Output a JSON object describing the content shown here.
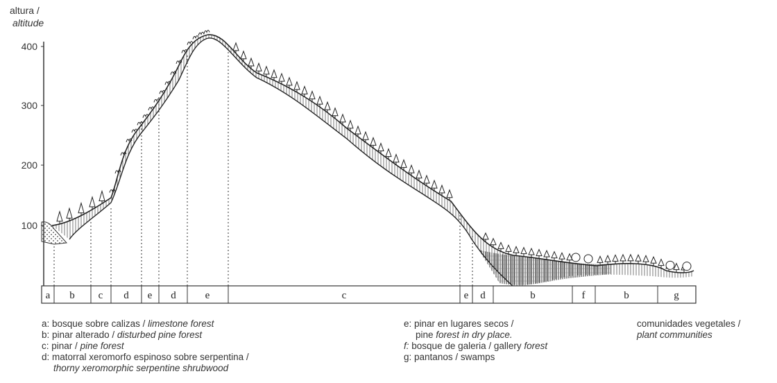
{
  "axis": {
    "label_es": "altura /",
    "label_en": "altitude",
    "ticks": [
      "400",
      "300",
      "200",
      "100"
    ]
  },
  "zones": [
    "a",
    "b",
    "c",
    "d",
    "e",
    "d",
    "e",
    "c",
    "e",
    "d",
    "b",
    "f",
    "b",
    "g"
  ],
  "legend": {
    "a": {
      "key": "a:",
      "es": "bosque sobre calizas /",
      "en": "limestone forest"
    },
    "b": {
      "key": "b:",
      "es": "pinar alterado /",
      "en": "disturbed pine forest"
    },
    "c": {
      "key": "c:",
      "es": "pinar /",
      "en": "pine forest"
    },
    "d": {
      "key": "d:",
      "es": "matorral xeromorfo espinoso sobre serpentina /",
      "en": "thorny xeromorphic serpentine shrubwood"
    },
    "e": {
      "key": "e:",
      "es": "pinar en lugares secos /",
      "en_pre": "pine",
      "en": "forest in dry place."
    },
    "f": {
      "key": "f:",
      "es": "bosque de galeria / gallery",
      "en": "forest"
    },
    "g": {
      "key": "g:",
      "es": "pantanos / swamps"
    }
  },
  "caption": {
    "es": "comunidades vegetales /",
    "en": "plant communities"
  }
}
